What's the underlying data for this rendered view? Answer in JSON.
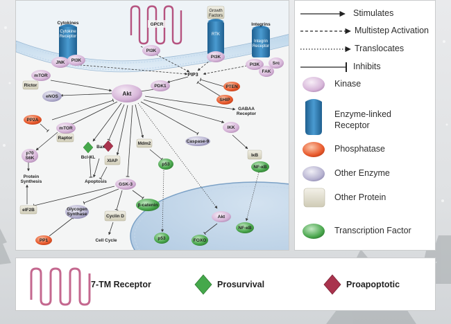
{
  "colors": {
    "kinase": "#d7b6d9",
    "receptor": "#2f7fb8",
    "phosphatase": "#e8592c",
    "other_enzyme": "#b6b2d0",
    "other_protein": "#dedbc9",
    "transcription_factor": "#49a64c",
    "gpcr": "#c4688f",
    "prosurvival": "#45a84b",
    "proapoptotic": "#a9334d",
    "nucleus": "#b9cfe3"
  },
  "legend": {
    "stimulates": "Stimulates",
    "multistep": "Multistep Activation",
    "translocates": "Translocates",
    "inhibits": "Inhibits",
    "kinase": "Kinase",
    "receptor_line1": "Enzyme-linked",
    "receptor_line2": "Receptor",
    "phosphatase": "Phosphatase",
    "other_enzyme": "Other Enzyme",
    "other_protein": "Other Protein",
    "transcription_factor": "Transcription Factor"
  },
  "bottom": {
    "receptor_7tm": "7-TM Receptor",
    "prosurvival": "Prosurvival",
    "proapoptotic": "Proapoptotic"
  },
  "diagram": {
    "cytokines": "Cytokines",
    "cytokine_receptor_1": "Cytokine",
    "cytokine_receptor_2": "Receptor",
    "gpcr": "GPCR",
    "growth_factors_1": "Growth",
    "growth_factors_2": "Factors",
    "rtk": "RTK",
    "integrins": "Integrins",
    "integrin_receptor_1": "Integrin",
    "integrin_receptor_2": "Receptor",
    "jnk": "JNK",
    "pi3k": "PI3K",
    "src": "Src",
    "fak": "FAK",
    "pip3": "PIP3",
    "mtor": "mTOR",
    "rictor": "Rictor",
    "pdk1": "PDK1",
    "pten": "PTEN",
    "ship": "SHIP",
    "enos": "eNOS",
    "akt": "Akt",
    "gaba_1": "GABAA",
    "gaba_2": "Receptor",
    "pp2a": "PP2A",
    "raptor": "Raptor",
    "ikk": "IKK",
    "mdm2": "Mdm2",
    "bcl_xl": "Bcl-XL",
    "bax": "Bax",
    "caspase9": "Caspase-9",
    "p70": "p70",
    "s6k": "S6K",
    "xiap": "XIAP",
    "p53": "p53",
    "ikb": "IκB",
    "nfkb": "NF-κB",
    "apoptosis": "Apoptosis",
    "protein_1": "Protein",
    "protein_2": "Synthesis",
    "gsk3": "GSK-3",
    "beta_catenin": "β-catenin",
    "glycogen_1": "Glycogen",
    "glycogen_2": "Synthase",
    "eif2b": "eIF2B",
    "cyclin_d": "Cyclin D",
    "pp1": "PP1",
    "cell_cycle": "Cell Cycle",
    "foxo": "FOXO"
  }
}
